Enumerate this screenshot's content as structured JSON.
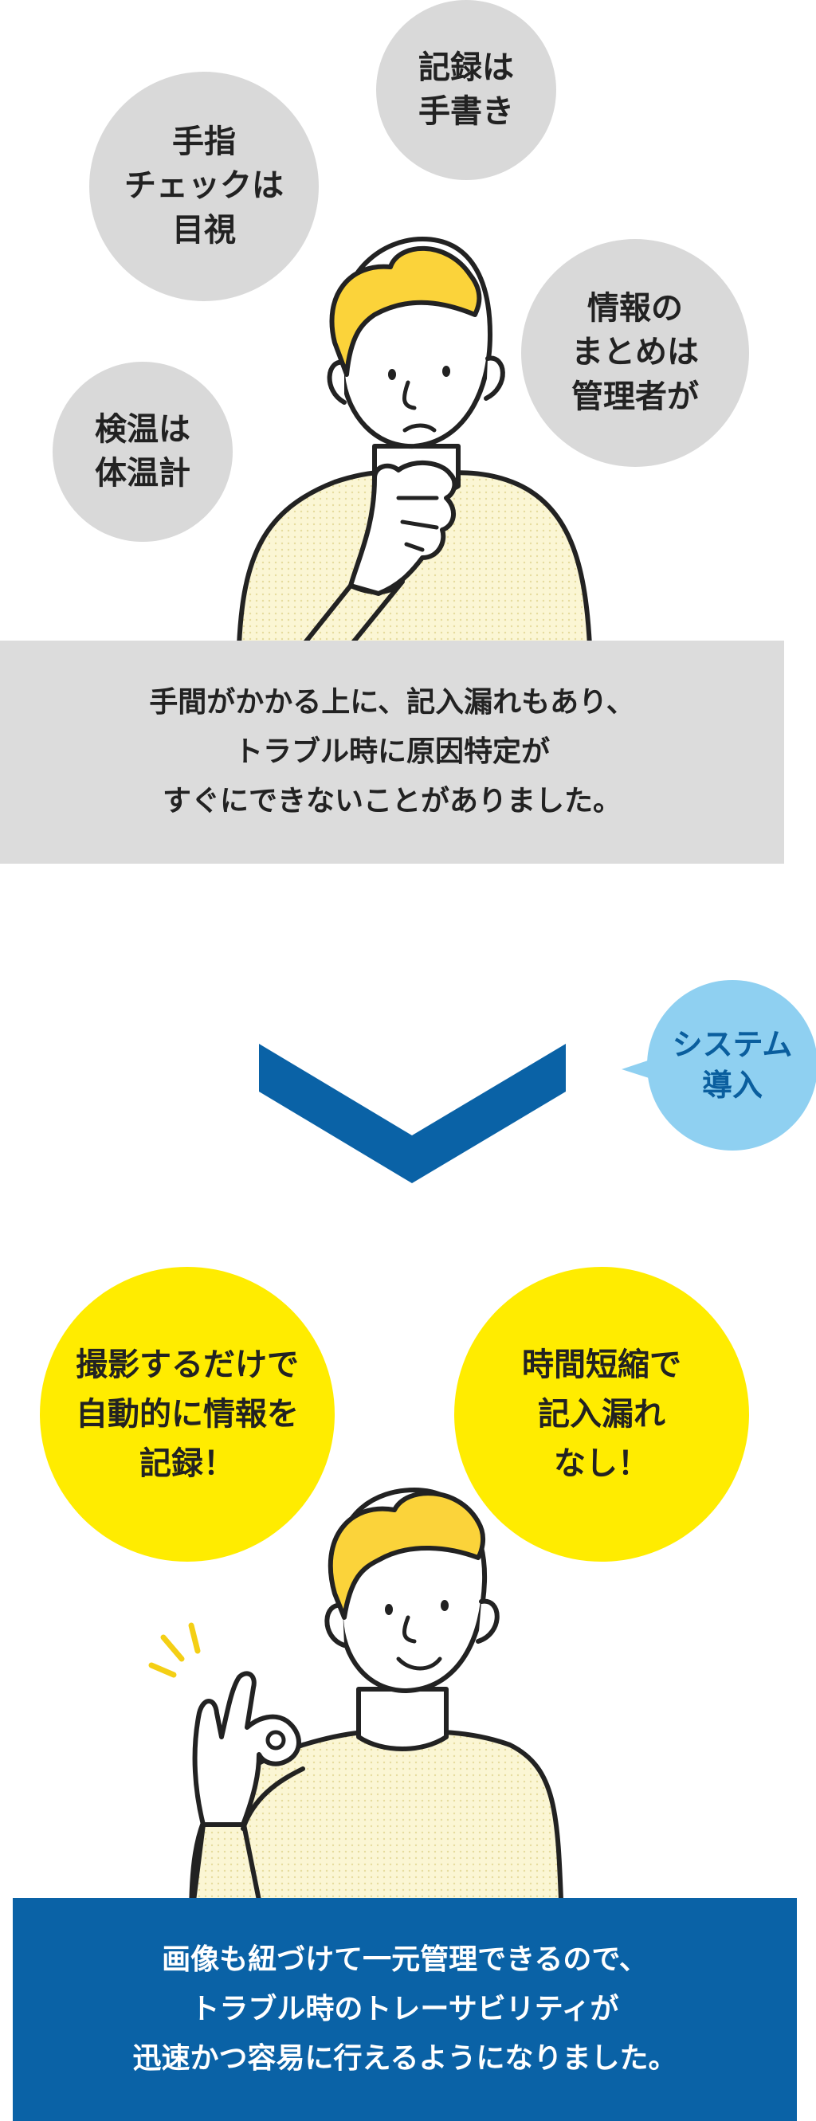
{
  "before": {
    "bubbles": [
      {
        "text": "記録は\n手書き"
      },
      {
        "text": "手指\nチェックは\n目視"
      },
      {
        "text": "情報の\nまとめは\n管理者が"
      },
      {
        "text": "検温は\n体温計"
      }
    ],
    "problem_text": "手間がかかる上に、記入漏れもあり、\nトラブル時に原因特定が\nすぐにできないことがありました。"
  },
  "transition": {
    "tag": "システム\n導入"
  },
  "after": {
    "bubbles": [
      {
        "text": "撮影するだけで\n自動的に情報を\n記録！"
      },
      {
        "text": "時間短縮で\n記入漏れ\nなし！"
      }
    ],
    "result_text": "画像も紐づけて一元管理できるので、\nトラブル時のトレーサビリティが\n迅速かつ容易に行えるようになりました。"
  },
  "colors": {
    "grey_bubble": "#d9d9d9",
    "grey_panel": "#dcdcdc",
    "navy": "#0a62a6",
    "yellow": "#ffec00",
    "light_blue": "#8fd0f1",
    "hair": "#fbd33a",
    "sweater": "#fbf6d4",
    "outline": "#222222"
  }
}
